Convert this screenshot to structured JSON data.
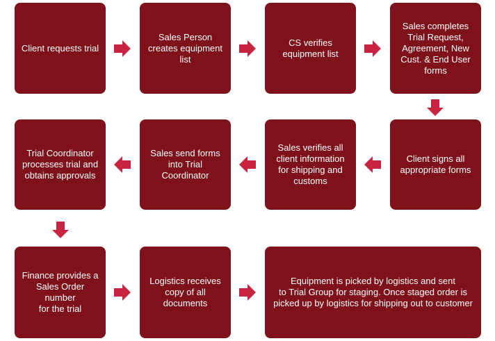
{
  "steps": {
    "s1": "Client requests trial",
    "s2": "Sales Person\ncreates equipment\nlist",
    "s3": "CS verifies\nequipment list",
    "s4": "Sales completes\nTrial Request,\nAgreement, New\nCust. & End User\nforms",
    "s5": "Client signs all\nappropriate forms",
    "s6": "Sales verifies all\nclient information\nfor shipping and\ncustoms",
    "s7": "Sales send forms\ninto Trial\nCoordinator",
    "s8": "Trial Coordinator\nprocesses trial and\nobtains approvals",
    "s9": "Finance provides a\nSales Order number\nfor the trial",
    "s10": "Logistics receives\ncopy of all\ndocuments",
    "s11": "Equipment is picked by logistics and sent\nto Trial Group for staging. Once staged order is\npicked up by logistics for shipping out to customer"
  },
  "colors": {
    "box": "#7f111a",
    "arrow": "#c8243f",
    "text": "#ffffff"
  }
}
